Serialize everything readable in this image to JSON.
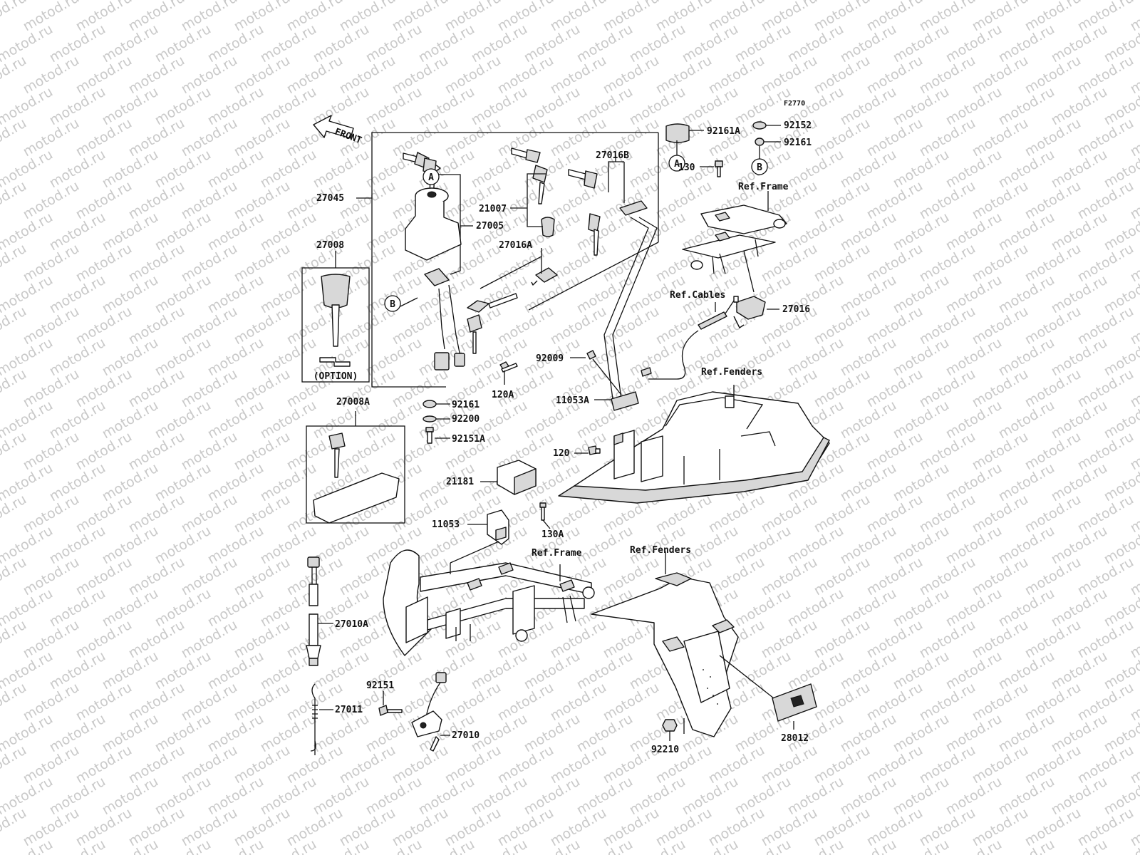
{
  "watermark": "motod.ru",
  "figure_code": "F2770",
  "front_arrow": "FRONT",
  "ref_circles": {
    "a": "A",
    "b": "B"
  },
  "option_label": "(OPTION)",
  "part_labels": {
    "p92161A": "92161A",
    "p92152": "92152",
    "p92161_top": "92161",
    "p27016B": "27016B",
    "p21007": "21007",
    "p27005": "27005",
    "p27045": "27045",
    "p27008": "27008",
    "p27016A": "27016A",
    "p130": "130",
    "ref_frame_top": "Ref.Frame",
    "ref_cables": "Ref.Cables",
    "p27016": "27016",
    "p92009": "92009",
    "ref_fenders_top": "Ref.Fenders",
    "p120A": "120A",
    "p11053A": "11053A",
    "p92161_mid": "92161",
    "p92200": "92200",
    "p92151A": "92151A",
    "p27008A": "27008A",
    "p120": "120",
    "p21181": "21181",
    "p11053": "11053",
    "p130A": "130A",
    "ref_frame_bottom": "Ref.Frame",
    "ref_fenders_bottom": "Ref.Fenders",
    "p27010A": "27010A",
    "p92151": "92151",
    "p27011": "27011",
    "p27010": "27010",
    "p92210": "92210",
    "p28012": "28012"
  }
}
